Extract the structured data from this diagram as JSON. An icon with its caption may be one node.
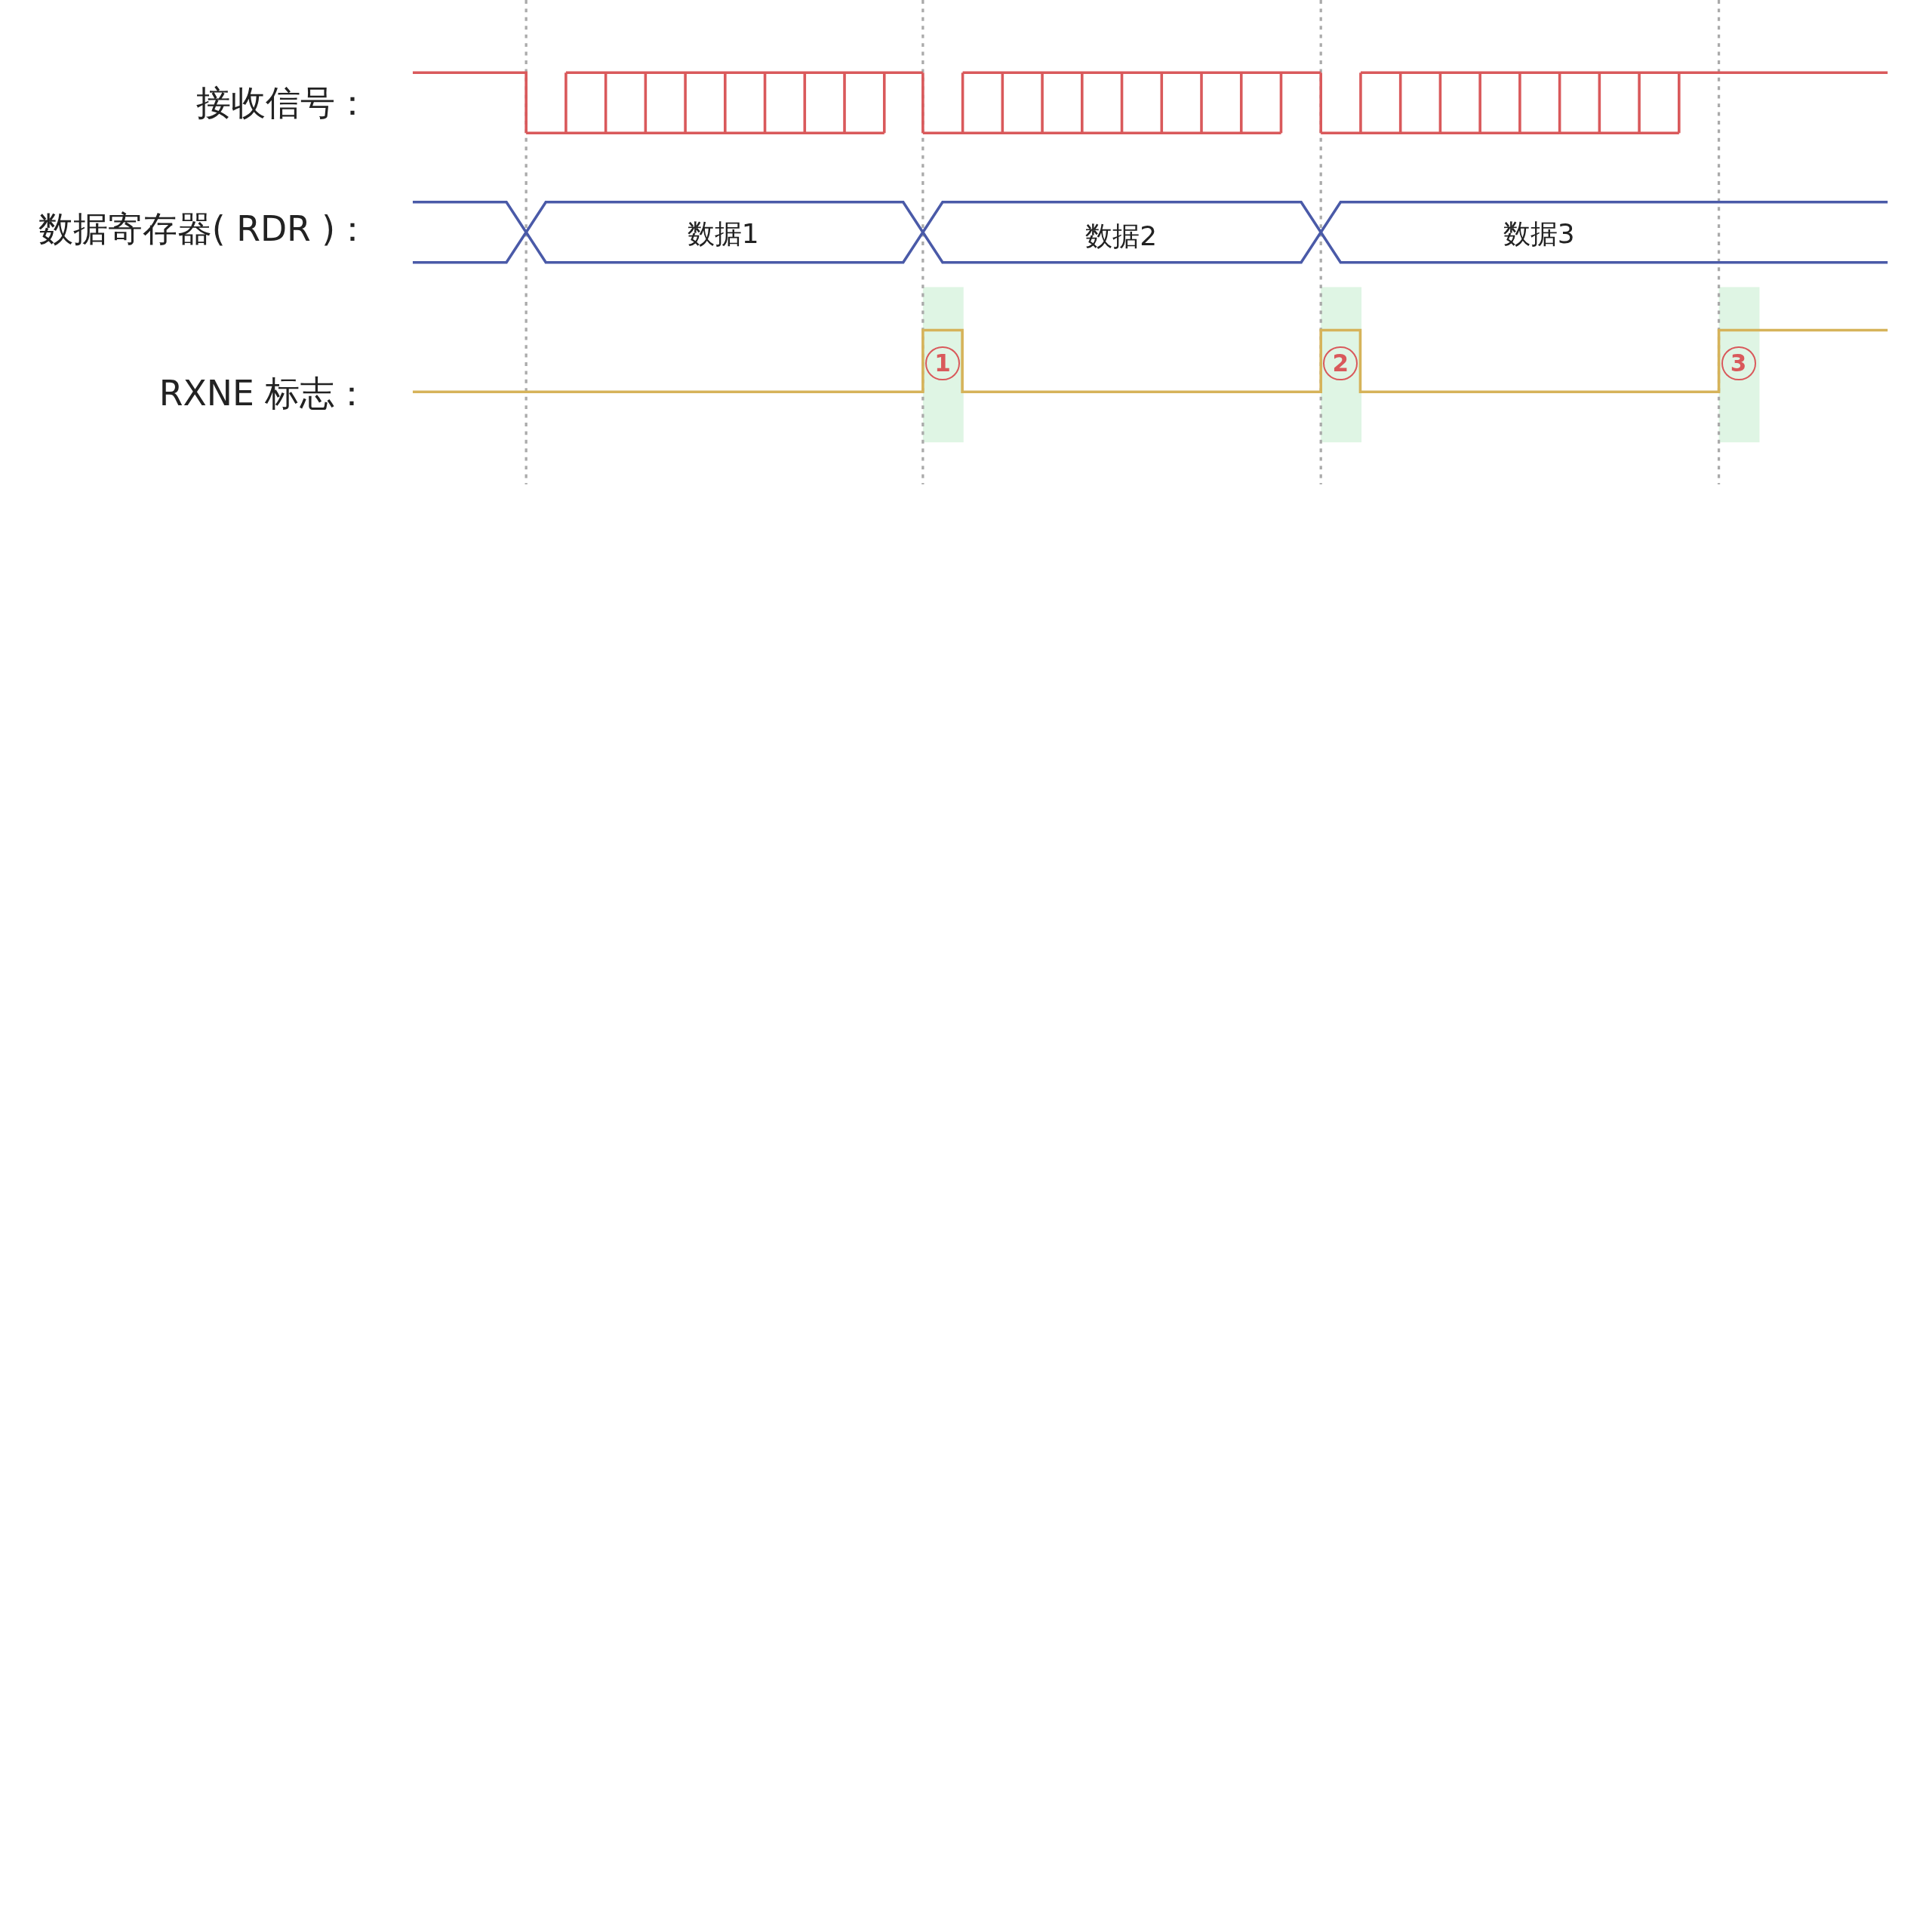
{
  "diagram": {
    "labels": [
      "接收信号：",
      "数据寄存器( RDR )：",
      "RXNE 标志：",
      "数据1",
      "数据2",
      "数据3",
      "1",
      "2",
      "3"
    ]
  }
}
